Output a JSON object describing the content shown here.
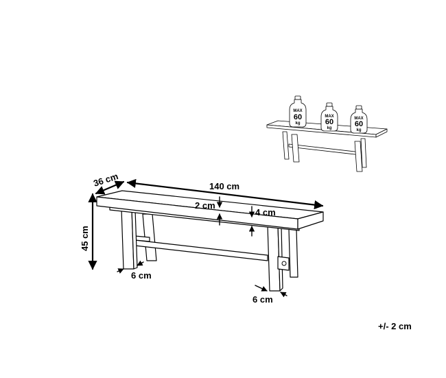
{
  "dimensions": {
    "depth": "36 cm",
    "length": "140 cm",
    "height": "45 cm",
    "top_thickness": "2 cm",
    "apron_height": "4 cm",
    "leg_width_left": "6 cm",
    "leg_width_right": "6 cm",
    "tolerance": "+/- 2 cm"
  },
  "weight_badges": [
    {
      "max": "MAX",
      "value": "60",
      "unit": "kg"
    },
    {
      "max": "MAX",
      "value": "60",
      "unit": "kg"
    },
    {
      "max": "MAX",
      "value": "60",
      "unit": "kg"
    }
  ]
}
